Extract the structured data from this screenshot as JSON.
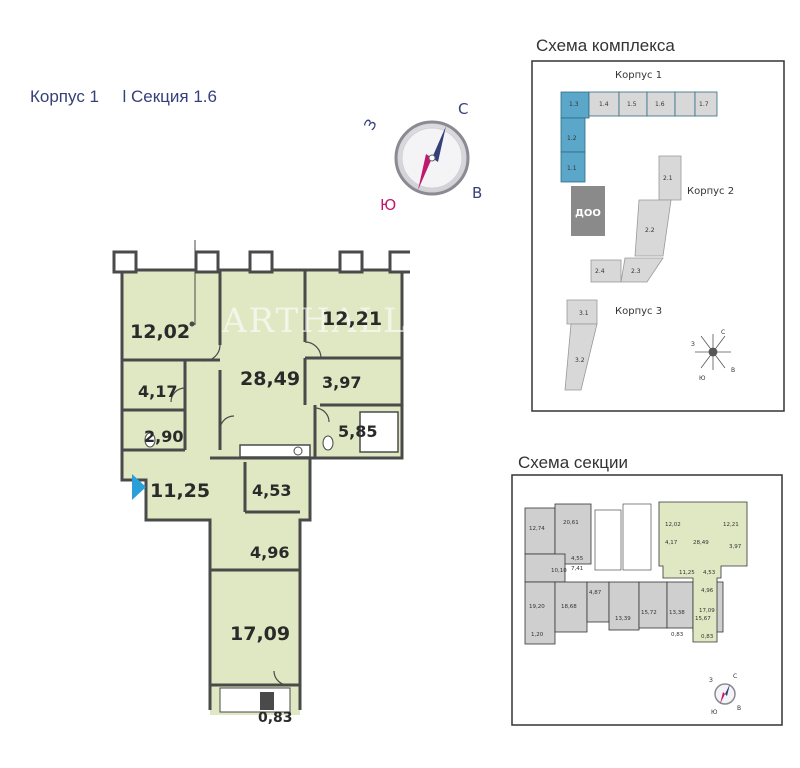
{
  "header": {
    "building": "Корпус 1",
    "section": "l Секция 1.6"
  },
  "compass": {
    "north": "С",
    "east": "В",
    "south": "Ю",
    "west": "З"
  },
  "watermark": "ARTHALL",
  "plan": {
    "rooms": [
      "12,02",
      "12,21",
      "28,49",
      "4,17",
      "3,97",
      "2,90",
      "5,85",
      "11,25",
      "4,53",
      "4,96",
      "17,09",
      "0,83"
    ]
  },
  "complex_scheme": {
    "title": "Схема комплекса",
    "building1": "Корпус 1",
    "building2": "Корпус 2",
    "building3": "Корпус 3",
    "doo": "ДОО",
    "sections_b1": [
      "1.3",
      "1.4",
      "1.5",
      "1.6",
      "1.7",
      "1.2",
      "1.1"
    ],
    "sections_b2": [
      "2.1",
      "2.2",
      "2.3",
      "2.4"
    ],
    "sections_b3": [
      "3.1",
      "3.2"
    ]
  },
  "section_scheme": {
    "title": "Схема секции",
    "areas": [
      "12,74",
      "20,61",
      "4,55",
      "10,10",
      "7,41",
      "19,20",
      "18,68",
      "4,87",
      "13,39",
      "15,72",
      "13,38",
      "15,67",
      "1,20",
      "0,83",
      "12,02",
      "28,49",
      "12,21",
      "4,17",
      "3,97",
      "11,25",
      "4,53",
      "4,96",
      "17,09",
      "0,83"
    ]
  },
  "colors": {
    "room_fill": "#dfe8c3",
    "wall": "#4a4a4a",
    "accent": "#35407a",
    "compass_magenta": "#c2186b",
    "entry": "#2b9fd8",
    "highlight_section": "#5aa7c9"
  }
}
